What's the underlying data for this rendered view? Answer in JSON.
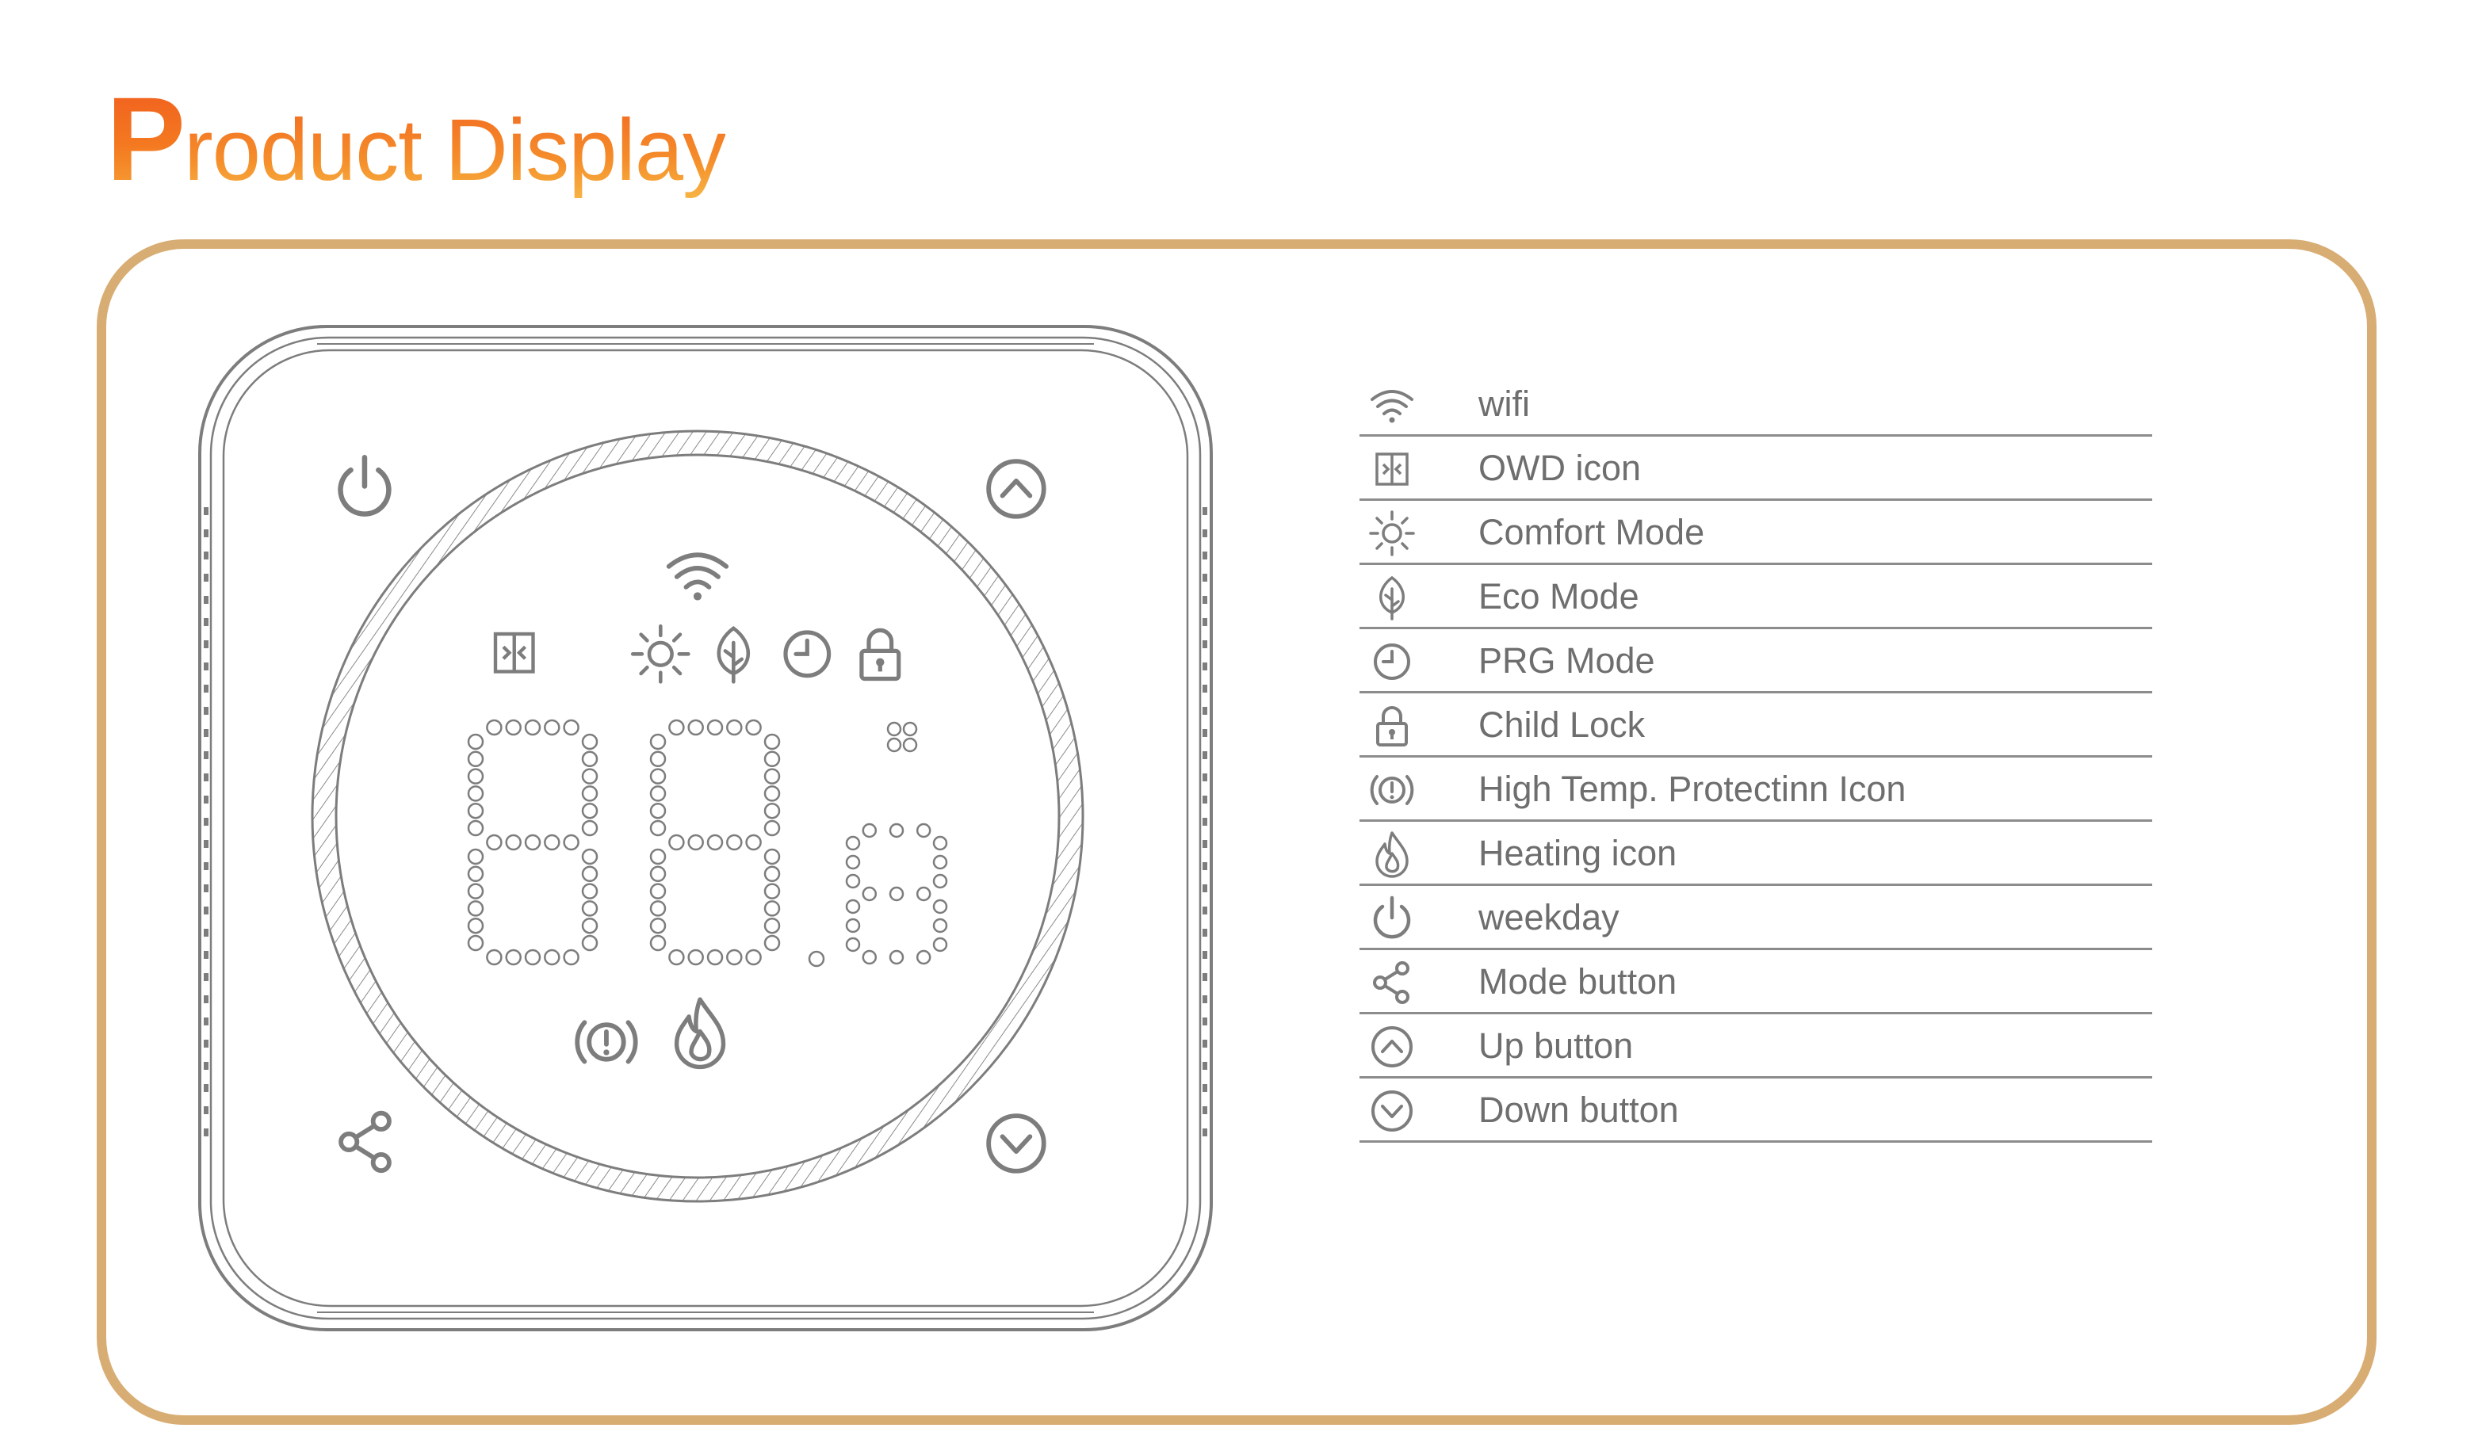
{
  "title": {
    "first_letter": "P",
    "rest": "roduct Display"
  },
  "colors": {
    "title_orange": "#f47920",
    "frame": "#d8ad73",
    "line_art": "#7d7d7d",
    "rule": "#8c8c8c",
    "label_text": "#6e6e6e"
  },
  "legend": [
    {
      "icon": "wifi-icon",
      "label": "wifi"
    },
    {
      "icon": "owd-icon",
      "label": "OWD icon"
    },
    {
      "icon": "sun-icon",
      "label": "Comfort Mode"
    },
    {
      "icon": "leaf-icon",
      "label": "Eco Mode"
    },
    {
      "icon": "clock-icon",
      "label": "PRG Mode"
    },
    {
      "icon": "lock-icon",
      "label": "Child Lock"
    },
    {
      "icon": "high-temp-protection-icon",
      "label": "High Temp. Protectinn Icon"
    },
    {
      "icon": "flame-icon",
      "label": "Heating icon"
    },
    {
      "icon": "power-icon",
      "label": "weekday"
    },
    {
      "icon": "share-icon",
      "label": "Mode button"
    },
    {
      "icon": "chevron-up-circle-icon",
      "label": "Up button"
    },
    {
      "icon": "chevron-down-circle-icon",
      "label": "Down button"
    }
  ]
}
